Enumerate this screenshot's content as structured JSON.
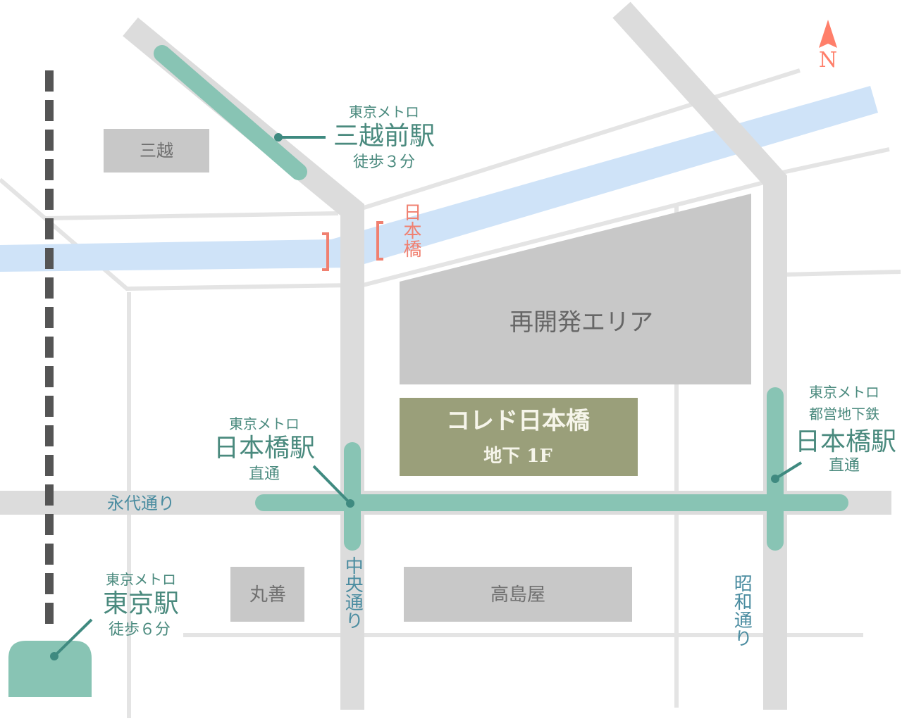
{
  "colors": {
    "road": "#dcdcdc",
    "minor_road": "#e4e4e4",
    "river": "#cfe3f8",
    "building": "#c8c8c8",
    "coredo": "#9a9f7a",
    "metro_line": "#88c4b4",
    "station_text": "#4a8a7e",
    "road_text": "#4a8ca0",
    "bridge_text": "#f08070",
    "north": "#ff7f6a"
  },
  "compass": {
    "label": "N"
  },
  "mitsukoshimae": {
    "operator": "東京メトロ",
    "name": "三越前駅",
    "walk": "徒歩３分"
  },
  "nihonbashi_west": {
    "operator": "東京メトロ",
    "name": "日本橋駅",
    "access": "直通"
  },
  "nihonbashi_east": {
    "operator": "東京メトロ",
    "operator2": "都営地下鉄",
    "name": "日本橋駅",
    "access": "直通"
  },
  "tokyo": {
    "operator": "東京メトロ",
    "name": "東京駅",
    "walk": "徒歩６分"
  },
  "bridge": "日本橋",
  "buildings": {
    "mitsukoshi": "三越",
    "redevelopment": "再開発エリア",
    "coredo": "コレド日本橋",
    "coredo_floor": "地下 1F",
    "maruzen": "丸善",
    "takashimaya": "高島屋"
  },
  "roads": {
    "eitai": "永代通り",
    "chuo": "中央通り",
    "showa": "昭和通り"
  }
}
